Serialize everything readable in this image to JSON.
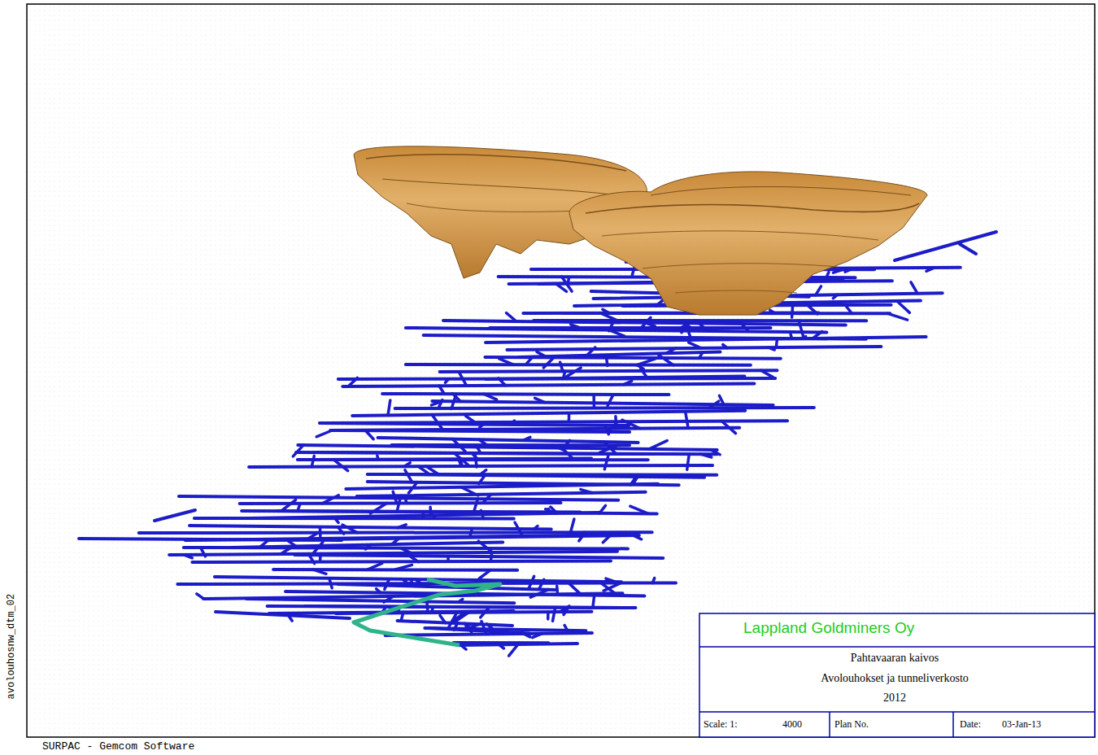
{
  "diagram": {
    "labels": [
      "Lappland Goldminers Oy",
      "Pahtavaaran kaivos",
      "Avolouhokset ja tunneliverkosto",
      "2012",
      "Scale: 1:",
      "4000",
      "Plan No.",
      "Date:",
      "03-Jan-13",
      "SURPAC - Gemcom Software",
      "avolouhosnw_dtm_02"
    ]
  }
}
